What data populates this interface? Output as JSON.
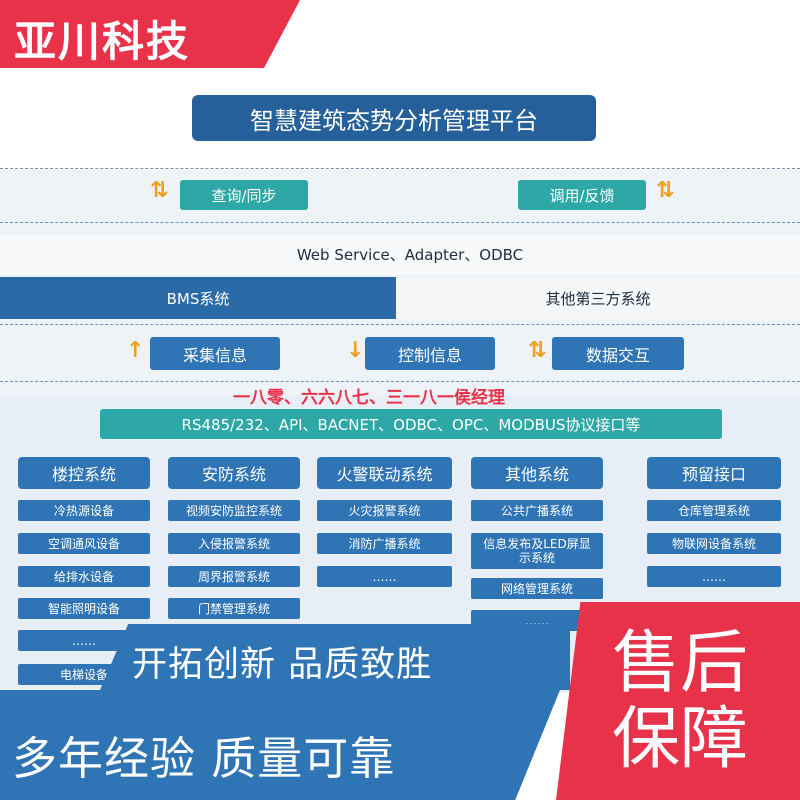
{
  "brand": "亚川科技",
  "title": "智慧建筑态势分析管理平台",
  "top_buttons": {
    "left": "查询/同步",
    "right": "调用/反馈"
  },
  "protocols_line": "Web Service、Adapter、ODBC",
  "bms": "BMS系统",
  "third_party": "其他第三方系统",
  "middle_buttons": [
    "采集信息",
    "控制信息",
    "数据交互"
  ],
  "phone_overlay": "一八零、六六八七、三一八一侯经理",
  "interface_line": "RS485/232、API、BACNET、ODBC、OPC、MODBUS协议接口等",
  "columns": [
    {
      "head": "楼控系统",
      "items": [
        "冷热源设备",
        "空调通风设备",
        "给排水设备",
        "智能照明设备",
        "……",
        "电梯设备"
      ]
    },
    {
      "head": "安防系统",
      "items": [
        "视频安防监控系统",
        "入侵报警系统",
        "周界报警系统",
        "门禁管理系统"
      ]
    },
    {
      "head": "火警联动系统",
      "items": [
        "火灾报警系统",
        "消防广播系统",
        "……"
      ]
    },
    {
      "head": "其他系统",
      "items": [
        "公共广播系统",
        "信息发布及LED屏显示系统",
        "网络管理系统",
        "……"
      ]
    },
    {
      "head": "预留接口",
      "items": [
        "仓库管理系统",
        "物联网设备系统",
        "……"
      ]
    }
  ],
  "banner": {
    "slogan1": "开拓创新 品质致胜",
    "slogan2": "多年经验 质量可靠",
    "after_sales_line1": "售后",
    "after_sales_line2": "保障"
  },
  "colors": {
    "brand_red": "#e8324a",
    "navy": "#25609a",
    "teal": "#2ea7a7",
    "item_blue": "#2f74b5",
    "arrow_orange": "#f0a020"
  }
}
